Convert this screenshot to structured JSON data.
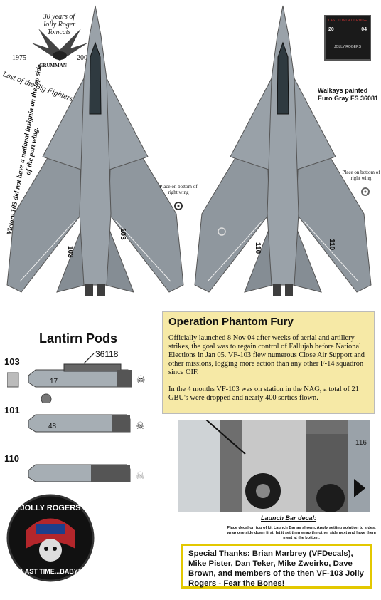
{
  "logo": {
    "line1": "30 years of",
    "line2": "Jolly Roger",
    "line3": "Tomcats",
    "year_start": "1975",
    "year_end": "2005",
    "maker": "GRUMMAN",
    "subtitle": "Last of the Big Fighters"
  },
  "notes": {
    "victory": "Victory 103 did not have a national insignia on the top side of the port wing.",
    "walkways_line1": "Walkays painted",
    "walkways_line2": "Euro Gray FS 36081",
    "place_bottom_1": "Place on bottom of right wing",
    "place_bottom_2": "Place on bottom of right wing"
  },
  "patch_top": {
    "title": "LAST TOMCAT CRUISE",
    "year_a": "20",
    "year_b": "04",
    "label": "JOLLY ROGERS"
  },
  "jets": {
    "left_modex": "103",
    "right_modex": "110"
  },
  "operation": {
    "title": "Operation Phantom Fury",
    "para1": "Officially launched 8 Nov 04 after weeks of aerial and artillery strikes, the goal was to regain control of Fallujah before National Elections in Jan 05. VF-103 flew numerous Close Air Support and other missions, logging more action than any other F-14 squadron since OIF.",
    "para2": "In the 4 months VF-103 was on station in the NAG, a  total of 21 GBU's were dropped and nearly 400 sorties flown."
  },
  "lantirn": {
    "title": "Lantirn Pods",
    "fs_code": "36118",
    "pods": [
      {
        "label": "103",
        "marking": "17"
      },
      {
        "label": "101",
        "marking": "48"
      },
      {
        "label": "110",
        "marking": ""
      }
    ]
  },
  "launch": {
    "title": "Launch Bar decal:",
    "text": "Place decal on top of kit Launch Bar as shown. Apply setting solution to sides, wrap one side down first, let it set then wrap the other side next and have them meet at the bottom."
  },
  "thanks": {
    "text": "Special Thanks: Brian Marbrey (VFDecals), Mike Pister, Dan Teker, Mike Zweirko, Dave Brown, and members of the then VF-103 Jolly Rogers - Fear the Bones!"
  },
  "jolly_patch": {
    "top": "JOLLY ROGERS",
    "bottom": "LAST TIME...BABY!"
  },
  "colors": {
    "jet_gray": "#8f979e",
    "jet_dark": "#5d666c",
    "box_bg": "#f6e9a6",
    "box_border": "#e3c800"
  }
}
